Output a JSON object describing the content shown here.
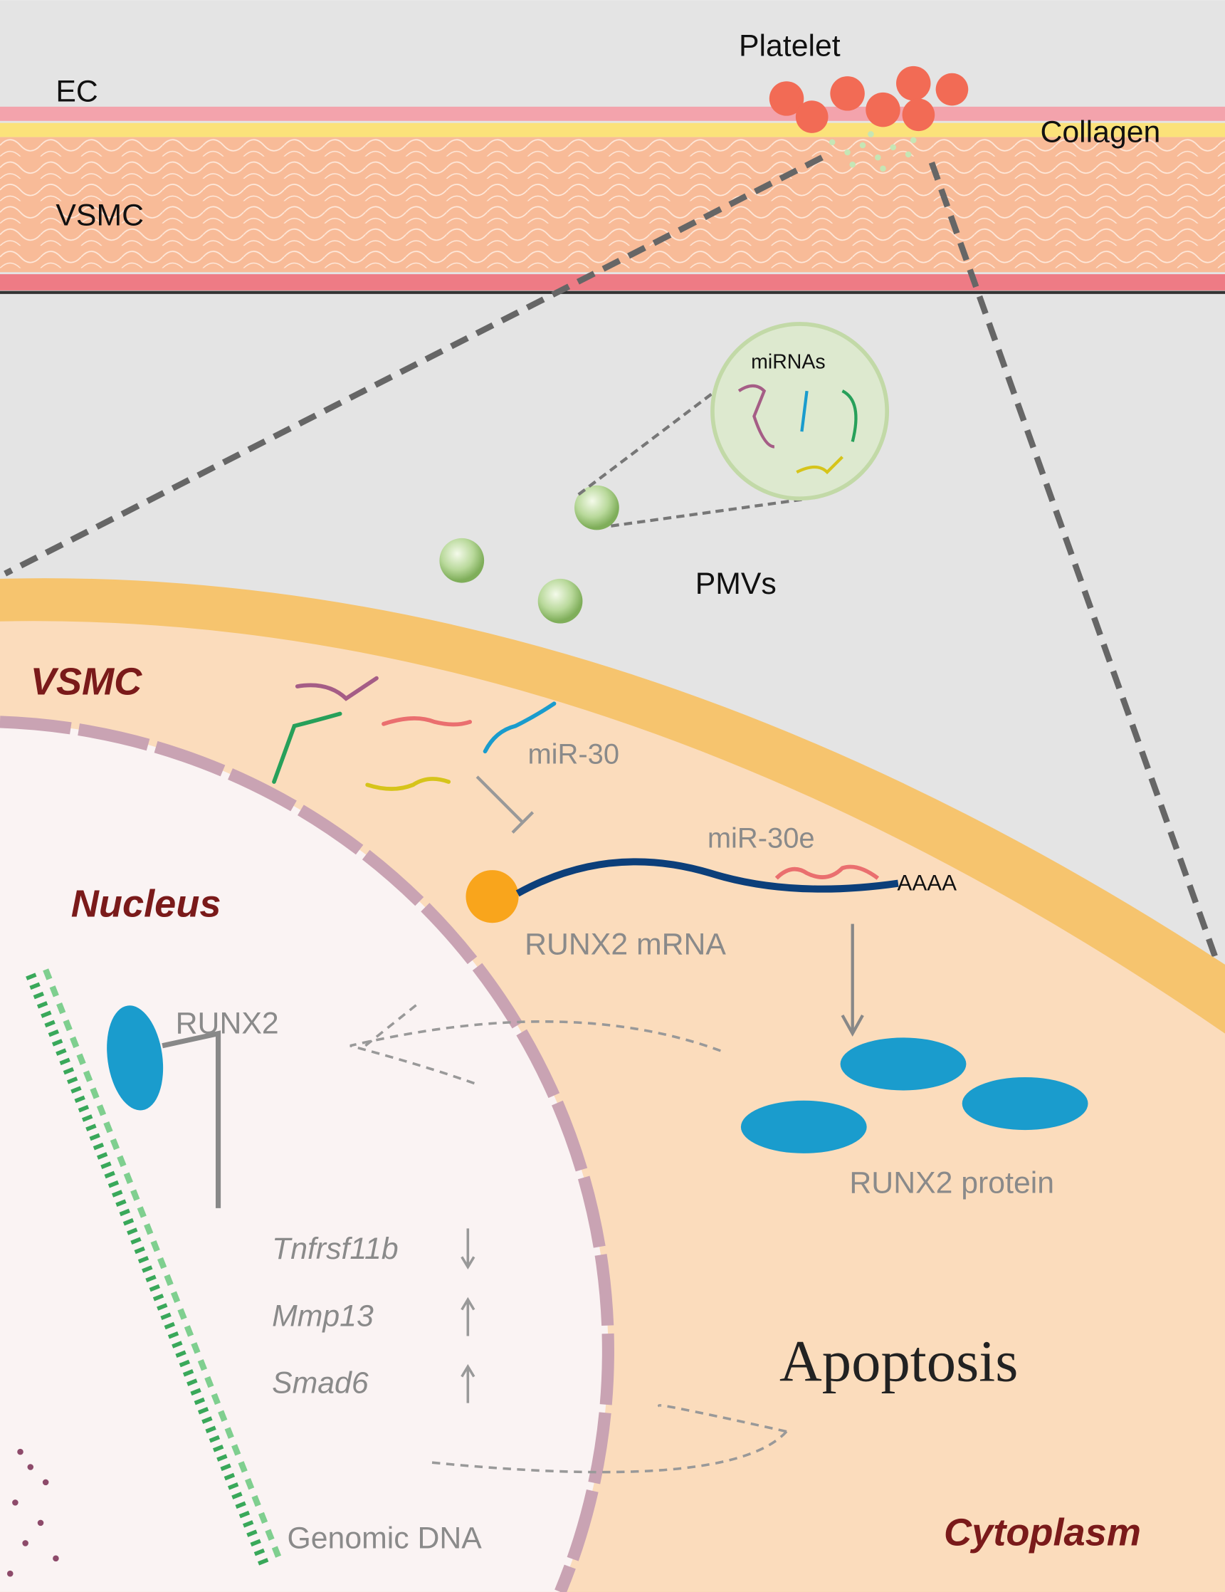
{
  "vessel": {
    "ec_label": "EC",
    "vsmc_label": "VSMC",
    "collagen_label": "Collagen",
    "platelet_label": "Platelet"
  },
  "pmv": {
    "mirnas_label": "miRNAs",
    "pmvs_label": "PMVs"
  },
  "cell": {
    "vsmc_label": "VSMC",
    "mir30_label": "miR-30",
    "mir30e_label": "miR-30e",
    "polya_label": "AAAA",
    "mrna_label": "RUNX2 mRNA",
    "protein_label": "RUNX2 protein",
    "apoptosis_label": "Apoptosis",
    "cytoplasm_label": "Cytoplasm"
  },
  "nucleus": {
    "nucleus_label": "Nucleus",
    "runx2_label": "RUNX2",
    "genomic_dna_label": "Genomic DNA",
    "genes": [
      {
        "name": "Tnfrsf11b",
        "direction": "down"
      },
      {
        "name": "Mmp13",
        "direction": "up"
      },
      {
        "name": "Smad6",
        "direction": "up"
      }
    ]
  },
  "colors": {
    "background": "#e4e4e4",
    "cytoplasm": "#fbdcbc",
    "membrane": "#f6c46e",
    "nucleus": "#faf3f3",
    "envelope": "#c9a3b3",
    "platelet": "#f26b55",
    "runx2": "#1a9ccd",
    "mrna": "#0c3f7a",
    "dark_red_label": "#7a1a1a"
  }
}
